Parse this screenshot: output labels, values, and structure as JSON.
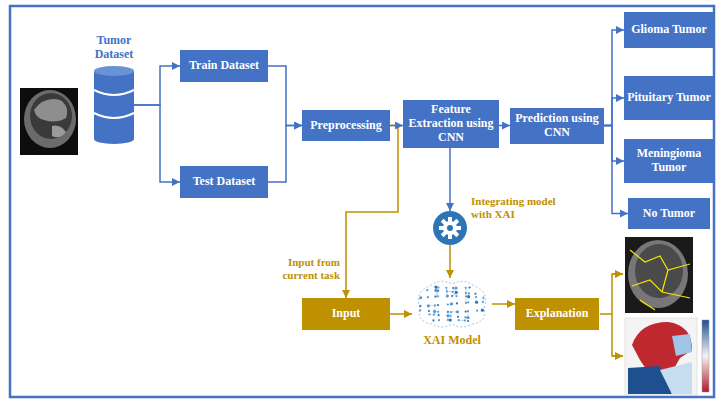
{
  "diagram": {
    "nodes": [
      {
        "text": [
          "Tumor Dataset"
        ]
      },
      {
        "text": [
          "Train Dataset"
        ]
      },
      {
        "text": [
          "Test Dataset"
        ]
      },
      {
        "text": [
          "Preprocessing"
        ]
      },
      {
        "text": [
          "Feature Extraction using CNN"
        ]
      },
      {
        "text": [
          "Prediction using CNN"
        ]
      },
      {
        "text": [
          "Glioma Tumor"
        ]
      },
      {
        "text": [
          "Pituitary Tumor"
        ]
      },
      {
        "text": [
          "Meningioma Tumor"
        ]
      },
      {
        "text": [
          "No Tumor"
        ]
      },
      {
        "text": [
          "Integrating model with XAI"
        ]
      },
      {
        "text": [
          "Input"
        ]
      },
      {
        "text": [
          "XAI Model"
        ]
      },
      {
        "text": [
          "Explanation"
        ]
      }
    ],
    "edges": [
      {
        "from": 0,
        "to": 1,
        "arrow": "to"
      },
      {
        "from": 0,
        "to": 2,
        "arrow": "to"
      },
      {
        "from": 1,
        "to": 3,
        "arrow": "to"
      },
      {
        "from": 2,
        "to": 3,
        "arrow": "to"
      },
      {
        "from": 3,
        "to": 4,
        "arrow": "to"
      },
      {
        "from": 4,
        "to": 5,
        "arrow": "to"
      },
      {
        "from": 5,
        "to": 6,
        "arrow": "to"
      },
      {
        "from": 5,
        "to": 7,
        "arrow": "to"
      },
      {
        "from": 5,
        "to": 8,
        "arrow": "to"
      },
      {
        "from": 5,
        "to": 9,
        "arrow": "to"
      },
      {
        "from": 4,
        "to": 10,
        "arrow": "to"
      },
      {
        "from": 10,
        "to": 12,
        "arrow": "to"
      },
      {
        "from": 3,
        "to": 11,
        "label": "Input from current task",
        "arrow": "to"
      },
      {
        "from": 11,
        "to": 12,
        "arrow": "to"
      },
      {
        "from": 12,
        "to": 13,
        "arrow": "to"
      }
    ]
  }
}
